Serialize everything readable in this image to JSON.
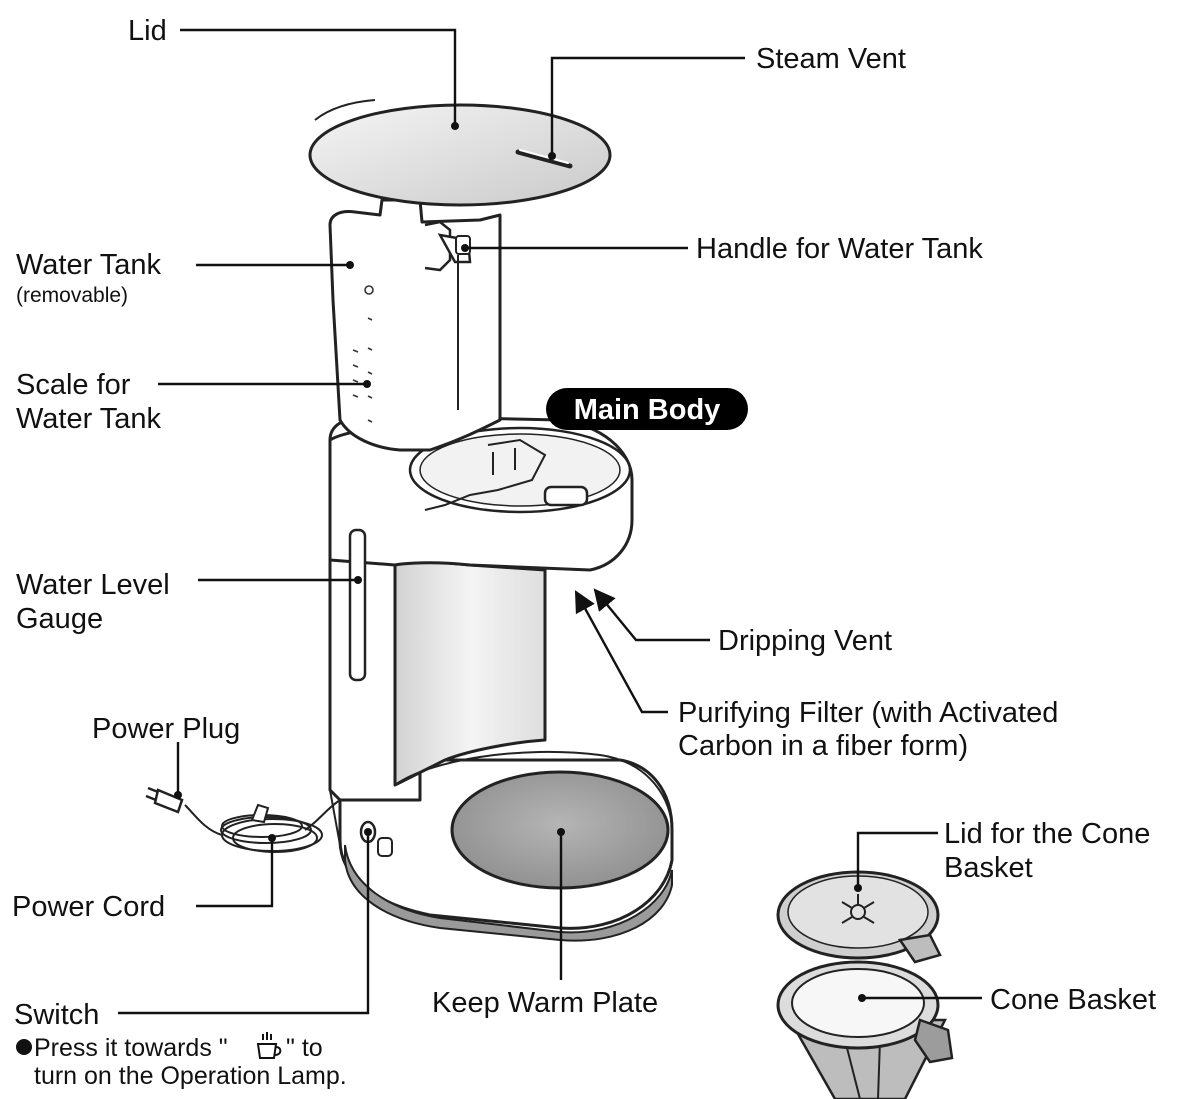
{
  "section_badge": "Main Body",
  "labels": {
    "lid": "Lid",
    "steam_vent": "Steam Vent",
    "water_tank": "Water Tank",
    "water_tank_note": "(removable)",
    "handle_for_water_tank": "Handle for Water Tank",
    "scale_line1": "Scale for",
    "scale_line2": "Water Tank",
    "water_level_line1": "Water Level",
    "water_level_line2": "Gauge",
    "dripping_vent": "Dripping Vent",
    "purifying_line1": "Purifying Filter (with Activated",
    "purifying_line2": "Carbon in a fiber form)",
    "power_plug": "Power Plug",
    "power_cord": "Power Cord",
    "switch": "Switch",
    "switch_note_before": "Press it towards \"",
    "switch_note_after": "\" to",
    "switch_note_line2": "turn on the Operation Lamp.",
    "keep_warm_plate": "Keep Warm Plate",
    "lid_cone_line1": "Lid for the Cone",
    "lid_cone_line2": "Basket",
    "cone_basket": "Cone Basket"
  },
  "icons": [
    "cup-with-steam-icon",
    "bullet-dot-icon",
    "arrow-icon"
  ],
  "colors": {
    "line": "#111111",
    "body": "#ffffff",
    "lid_gray": "#dcdcdc",
    "plate_gray": "#9a9a9a",
    "badge_bg": "#000000"
  }
}
